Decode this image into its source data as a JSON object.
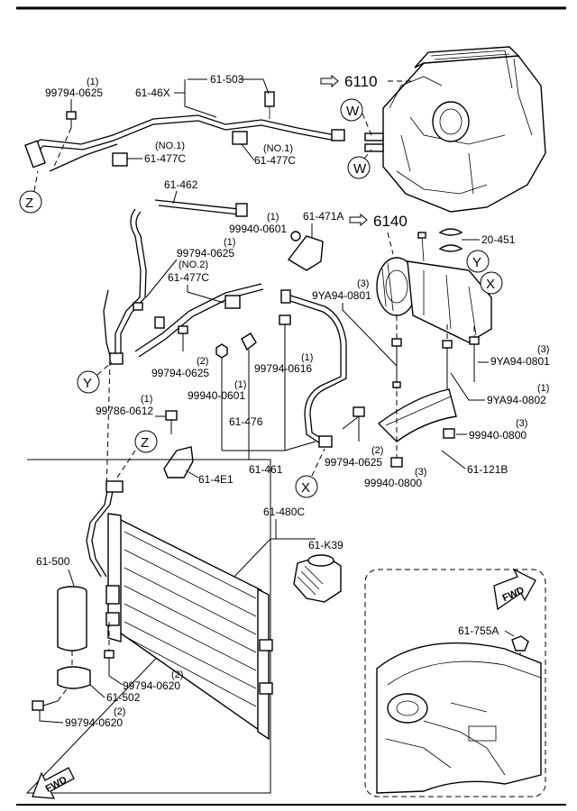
{
  "callouts": {
    "p_61_503": "61-503",
    "p_61_46x": "61-46X",
    "p_99794_0625_a": "99794-0625",
    "q_1_a": "(1)",
    "p_61_477c_a": "61-477C",
    "no1_a": "(NO.1)",
    "p_61_477c_b": "61-477C",
    "no1_b": "(NO.1)",
    "p_6110": "6110",
    "p_61_462": "61-462",
    "p_99940_0601_a": "99940-0601",
    "q_1_b": "(1)",
    "p_61_471a": "61-471A",
    "p_6140": "6140",
    "p_99794_0625_b": "99794-0625",
    "q_1_c": "(1)",
    "no2": "(NO.2)",
    "p_61_477c_c": "61-477C",
    "p_20_451": "20-451",
    "p_9ya94_0801_a": "9YA94-0801",
    "q_3_a": "(3)",
    "p_99794_0625_c": "99794-0625",
    "q_2_a": "(2)",
    "p_99794_0616": "99794-0616",
    "q_1_d": "(1)",
    "p_99940_0601_b": "99940-0601",
    "q_1_e": "(1)",
    "p_9ya94_0801_b": "9YA94-0801",
    "q_3_b": "(3)",
    "p_9ya94_0802": "9YA94-0802",
    "q_1_f": "(1)",
    "p_99786_0612": "99786-0612",
    "q_1_g": "(1)",
    "p_61_476": "61-476",
    "p_99940_0800_a": "99940-0800",
    "q_3_c": "(3)",
    "p_61_4e1": "61-4E1",
    "p_61_461": "61-461",
    "p_99794_0625_d": "99794-0625",
    "q_2_b": "(2)",
    "p_99940_0800_b": "99940-0800",
    "q_3_d": "(3)",
    "p_61_121b": "61-121B",
    "p_61_480c": "61-480C",
    "p_61_k39": "61-K39",
    "p_61_500": "61-500",
    "p_99794_0620_a": "99794-0620",
    "q_2_c": "(2)",
    "p_61_502": "61-502",
    "p_99794_0620_b": "99794-0620",
    "q_2_d": "(2)",
    "p_61_755a": "61-755A"
  },
  "refs": {
    "W": "W",
    "X": "X",
    "Y": "Y",
    "Z": "Z"
  },
  "fwd": "FWD"
}
